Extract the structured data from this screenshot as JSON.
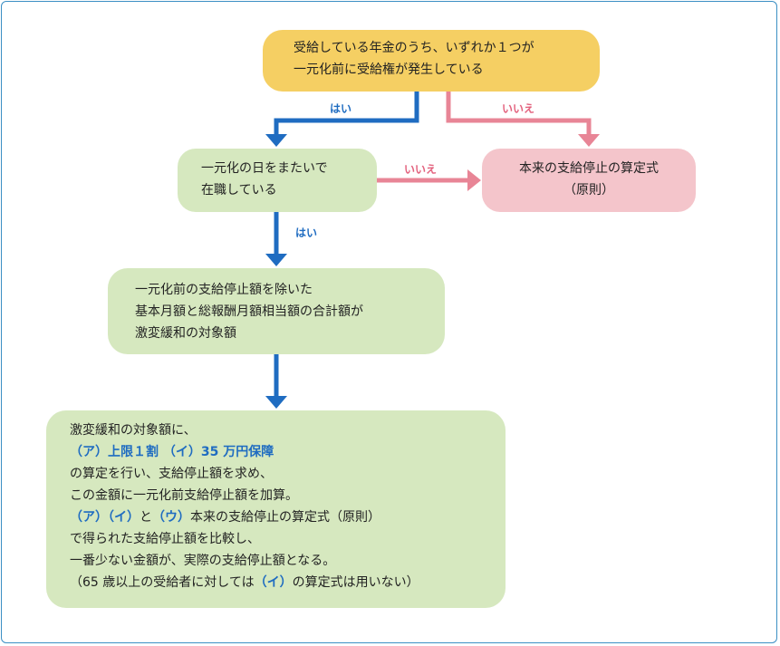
{
  "colors": {
    "border": "#3b8fc4",
    "yes_arrow": "#1f6cc1",
    "no_arrow": "#e88596",
    "top_box": "#f5cf63",
    "green_box": "#d6e8bf",
    "pink_box": "#f4c5cb"
  },
  "top_box": {
    "line1": "受給している年金のうち、いずれか１つが",
    "line2": "一元化前に受給権が発生している"
  },
  "labels": {
    "yes1": "はい",
    "no1": "いいえ",
    "no2": "いいえ",
    "yes2": "はい"
  },
  "q2_box": {
    "line1": "一元化の日をまたいで",
    "line2": "在職している"
  },
  "original_box": {
    "line1": "本来の支給停止の算定式",
    "line2": "（原則）"
  },
  "target_box": {
    "line1": "一元化前の支給停止額を除いた",
    "line2": "基本月額と総報酬月額相当額の合計額が",
    "line3": "激変緩和の対象額"
  },
  "final_box": {
    "line1": "激変緩和の対象額に、",
    "line2": "（ア）上限１割 （イ）35 万円保障",
    "line3": "の算定を行い、支給停止額を求め、",
    "line4": "この金額に一元化前支給停止額を加算。",
    "line5_hl": "（ア）（イ）",
    "line5_mid": "と",
    "line5_hl2": "（ウ）",
    "line5_rest": "本来の支給停止の算定式（原則）",
    "line6": "で得られた支給停止額を比較し、",
    "line7": "一番少ない金額が、実際の支給停止額となる。",
    "line8_a": "（65 歳以上の受給者に対しては",
    "line8_hl": "（イ）",
    "line8_b": "の算定式は用いない）"
  }
}
